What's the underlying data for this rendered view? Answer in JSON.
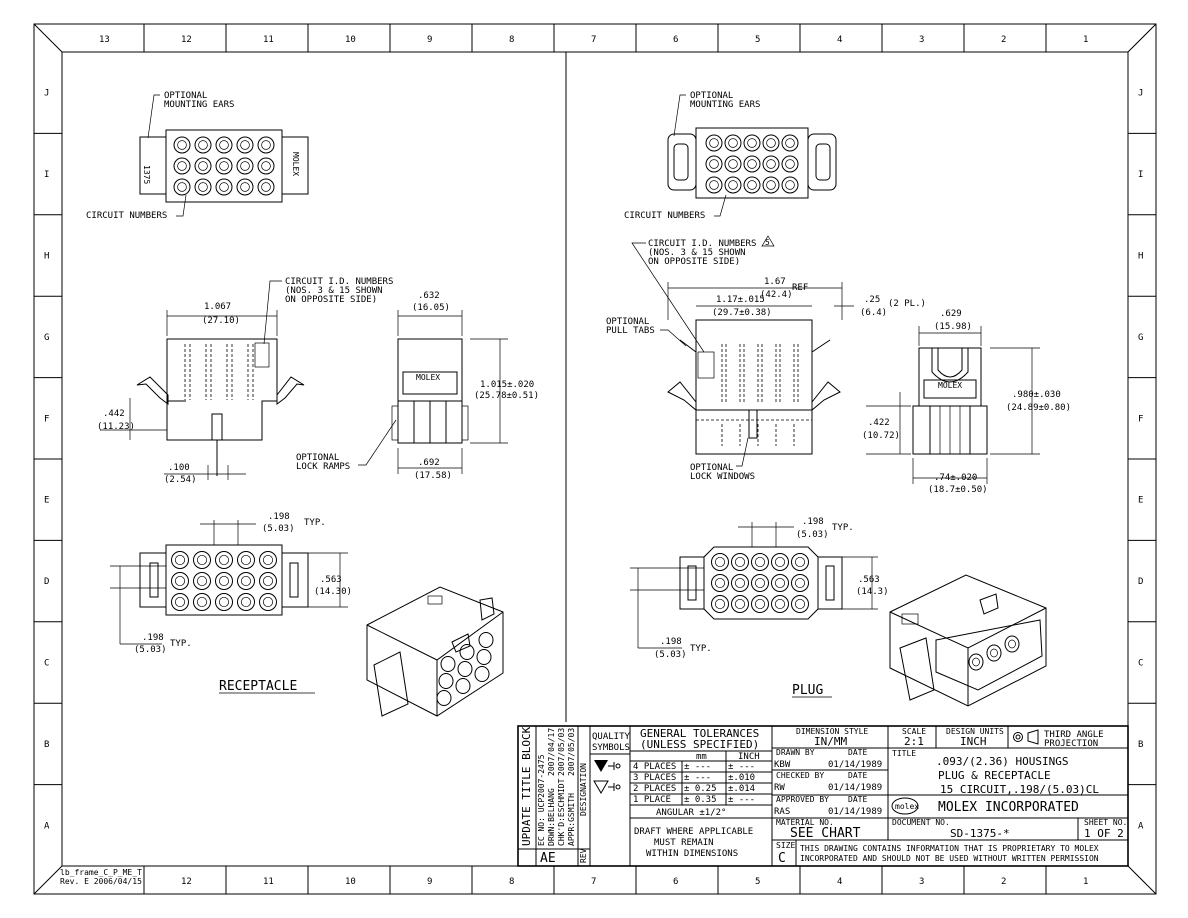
{
  "border": {
    "columns": [
      "13",
      "12",
      "11",
      "10",
      "9",
      "8",
      "7",
      "6",
      "5",
      "4",
      "3",
      "2",
      "1"
    ],
    "rows": [
      "J",
      "I",
      "H",
      "G",
      "F",
      "E",
      "D",
      "C",
      "B",
      "A"
    ]
  },
  "receptacle": {
    "mounting_ears": [
      "OPTIONAL",
      "MOUNTING EARS"
    ],
    "circuit_numbers": "CIRCUIT NUMBERS",
    "id_numbers": [
      "CIRCUIT I.D. NUMBERS",
      "(NOS. 3 & 15 SHOWN",
      "ON OPPOSITE SIDE)"
    ],
    "width_in": "1.067",
    "width_mm": "(27.10)",
    "depth_in": ".632",
    "depth_mm": "(16.05)",
    "height_in": "1.015±.020",
    "height_mm": "(25.78±0.51)",
    "ear_in": ".442",
    "ear_mm": "(11.23)",
    "pin_in": ".100",
    "pin_mm": "(2.54)",
    "base_in": ".692",
    "base_mm": "(17.58)",
    "lock_ramps": [
      "OPTIONAL",
      "LOCK RAMPS"
    ],
    "pitch_in": ".198",
    "pitch_mm": "(5.03)",
    "typ": "TYP.",
    "row_pitch_in": ".198",
    "row_pitch_mm": "(5.03)",
    "face_h_in": ".563",
    "face_h_mm": "(14.30)",
    "title": "RECEPTACLE",
    "side_tag_left": "1375",
    "side_tag_right": "MOLEX"
  },
  "plug": {
    "mounting_ears": [
      "OPTIONAL",
      "MOUNTING EARS"
    ],
    "circuit_numbers": "CIRCUIT NUMBERS",
    "id_numbers": [
      "CIRCUIT I.D. NUMBERS",
      "(NOS. 3 & 15 SHOWN",
      "ON OPPOSITE SIDE)"
    ],
    "id_flag": "5",
    "ref_in": "1.67",
    "ref_mm": "(42.4)",
    "ref": "REF",
    "width_in": "1.17±.015",
    "width_mm": "(29.7±0.38)",
    "ear_in": ".25",
    "ear_mm": "(6.4)",
    "ear_pl": "(2 PL.)",
    "pull_tabs": [
      "OPTIONAL",
      "PULL TABS"
    ],
    "lock_windows": [
      "OPTIONAL",
      "LOCK WINDOWS"
    ],
    "depth_in": ".629",
    "depth_mm": "(15.98)",
    "height_in": ".980±.030",
    "height_mm": "(24.89±0.80)",
    "low_in": ".422",
    "low_mm": "(10.72)",
    "base_in": ".74±.020",
    "base_mm": "(18.7±0.50)",
    "pitch_in": ".198",
    "pitch_mm": "(5.03)",
    "typ": "TYP.",
    "face_h_in": ".563",
    "face_h_mm": "(14.3)",
    "row_pitch_in": ".198",
    "row_pitch_mm": "(5.03)",
    "title": "PLUG",
    "molex_tag": "MOLEX"
  },
  "title_block": {
    "update_title": "UPDATE TITLE BLOCK",
    "ec_no": "EC NO: UCP2007-2475",
    "drwn": "DRWN:BELHANG",
    "chkd": "CHK'D:ESCHMIDT",
    "appr": "APPR:GSMITH",
    "date1": "2007/04/17",
    "date2": "2007/05/03",
    "date3": "2007/05/03",
    "designation": "DESIGNATION",
    "rev_label": "REV",
    "rev": "AE",
    "quality": "QUALITY",
    "symbols": "SYMBOLS",
    "gen_tol": "GENERAL TOLERANCES",
    "unless": "(UNLESS SPECIFIED)",
    "col_mm": "mm",
    "col_inch": "INCH",
    "tol_rows": [
      {
        "places": "4 PLACES",
        "mm": "± ---",
        "inch": "± ---"
      },
      {
        "places": "3 PLACES",
        "mm": "± ---",
        "inch": "±.010"
      },
      {
        "places": "2 PLACES",
        "mm": "± 0.25",
        "inch": "±.014"
      },
      {
        "places": "1 PLACE",
        "mm": "± 0.35",
        "inch": "± ---"
      }
    ],
    "angular": "ANGULAR ±1/2°",
    "draft": [
      "DRAFT WHERE APPLICABLE",
      "MUST REMAIN",
      "WITHIN DIMENSIONS"
    ],
    "dim_style_label": "DIMENSION STYLE",
    "dim_style": "IN/MM",
    "scale_label": "SCALE",
    "scale": "2:1",
    "units_label": "DESIGN UNITS",
    "units": "INCH",
    "projection": [
      "THIRD ANGLE",
      "PROJECTION"
    ],
    "drawn_by_label": "DRAWN BY",
    "drawn_by": "KBW",
    "checked_by_label": "CHECKED BY",
    "checked_by": "RW",
    "approved_by_label": "APPROVED BY",
    "approved_by": "RAS",
    "date_label": "DATE",
    "date_drawn": "01/14/1989",
    "date_checked": "01/14/1989",
    "date_approved": "01/14/1989",
    "title_label": "TITLE",
    "title": [
      ".093/(2.36) HOUSINGS",
      "PLUG & RECEPTACLE",
      "15 CIRCUIT,.198/(5.03)CL"
    ],
    "company": "MOLEX INCORPORATED",
    "logo": "molex",
    "material_label": "MATERIAL NO.",
    "material": "SEE CHART",
    "document_label": "DOCUMENT NO.",
    "document": "SD-1375-*",
    "sheet_label": "SHEET NO.",
    "sheet": "1 OF 2",
    "size_label": "SIZE",
    "size": "C",
    "proprietary": [
      "THIS DRAWING CONTAINS INFORMATION THAT IS PROPRIETARY TO MOLEX",
      "INCORPORATED AND SHOULD NOT BE USED WITHOUT WRITTEN PERMISSION"
    ]
  },
  "frame_note": [
    "lb_frame_C_P_ME_T",
    "Rev. E 2006/04/15"
  ]
}
